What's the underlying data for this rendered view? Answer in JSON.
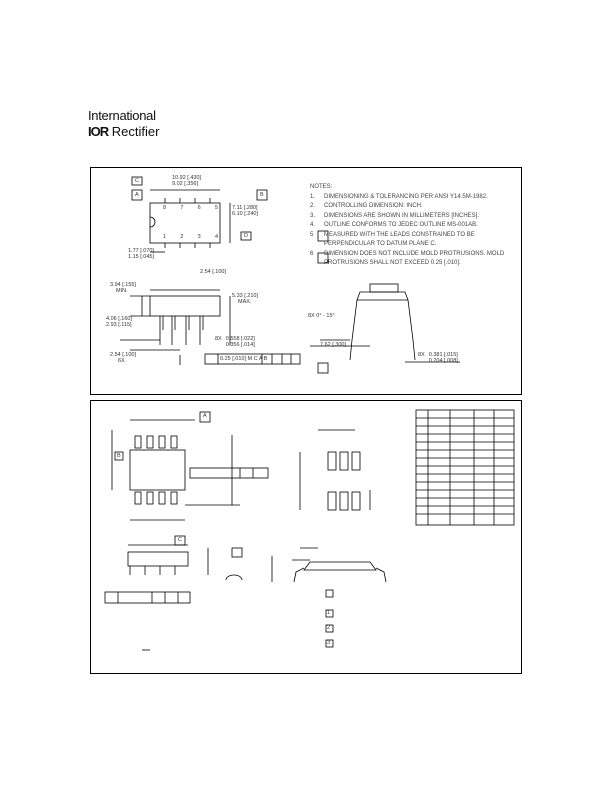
{
  "brand": {
    "line1": "International",
    "line2_logo": "IOR",
    "line2_text": "Rectifier"
  },
  "panel1": {
    "notes_title": "NOTES:",
    "notes": [
      {
        "n": "1.",
        "text": "DIMENSIONING & TOLERANCING PER ANSI Y14.5M-1982."
      },
      {
        "n": "2.",
        "text": "CONTROLLING DIMENSION: INCH."
      },
      {
        "n": "3.",
        "text": "DIMENSIONS ARE SHOWN IN MILLIMETERS [INCHES]."
      },
      {
        "n": "4.",
        "text": "OUTLINE CONFORMS TO JEDEC OUTLINE MS-001AB."
      },
      {
        "n": "5",
        "text": "MEASURED WITH THE LEADS CONSTRAINED TO BE PERPENDICULAR TO DATUM PLANE C."
      },
      {
        "n": "6",
        "text": "DIMENSION DOES NOT INCLUDE MOLD PROTRUSIONS. MOLD PROTRUSIONS SHALL NOT EXCEED 0.25 [.010]."
      }
    ],
    "dims": {
      "d_top": "10.92 [.430]",
      "d_top2": "9.02 [.356]",
      "width": "7.11 [.280]",
      "width2": "6.10 [.240]",
      "lead_w": "1.77 [.070]",
      "lead_w2": "1.15 [.045]",
      "pitch": "2.54 [.100]",
      "pitch_note": "6X",
      "seat_h": "3.94 [.155]",
      "seat_h_note": "MIN.",
      "seat": "4.06 [.160]",
      "seat2": "2.93 [.115]",
      "body_h": "5.33 [.210]",
      "body_h_note": "MAX.",
      "lead_d": "0.558 [.022]",
      "lead_d2": "0.356 [.014]",
      "lead_d_note": "8X",
      "tol": "0.25 [.010] M C A B",
      "span": "7.62 [.300]",
      "angle": "8X 0° - 15°",
      "lead_t": "0.381 [.015]",
      "lead_t2": "0.204 [.008]",
      "lead_t_note": "8X",
      "pins_top": [
        "8",
        "7",
        "6",
        "5"
      ],
      "pins_bot": [
        "1",
        "2",
        "3",
        "4"
      ],
      "datum_a": "A",
      "datum_b": "B",
      "datum_c": "C",
      "dim_sub": "D"
    }
  },
  "panel2": {
    "datums": [
      "A",
      "B",
      "C"
    ],
    "notes_small": [
      "1",
      "2",
      "3"
    ]
  },
  "colors": {
    "line": "#000000",
    "text": "#444444"
  }
}
